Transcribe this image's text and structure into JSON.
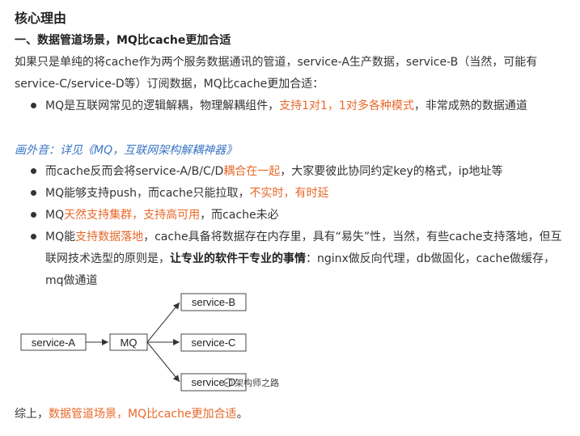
{
  "heading": "核心理由",
  "subheading": "一、数据管道场景，MQ比cache更加合适",
  "intro": "如果只是单纯的将cache作为两个服务数据通讯的管道，service-A生产数据，service-B（当然，可能有service-C/service-D等）订阅数据，MQ比cache更加合适：",
  "bullet1": {
    "part1": "MQ是互联网常见的逻辑解耦，物理解耦组件，",
    "highlight": "支持1对1，1对多各种模式",
    "part2": "，非常成熟的数据通道"
  },
  "aside": "画外音：详见《MQ，互联网架构解耦神器》",
  "bullet2": {
    "part1": "而cache反而会将service-A/B/C/D",
    "highlight": "耦合在一起",
    "part2": "，大家要彼此协同约定key的格式，ip地址等"
  },
  "bullet3": {
    "part1": "MQ能够支持push，而cache只能拉取，",
    "highlight": "不实时，有时延"
  },
  "bullet4": {
    "part1": "MQ",
    "highlight": "天然支持集群，支持高可用",
    "part2": "，而cache未必"
  },
  "bullet5": {
    "part1": "MQ能",
    "highlight": "支持数据落地",
    "part2": "，cache具备将数据存在内存里，具有“易失”性，当然，有些cache支持落地，但互联网技术选型的原则是，",
    "bold": "让专业的软件干专业的事情",
    "part3": "：nginx做反向代理，db做固化，cache做缓存，mq做通道"
  },
  "diagram": {
    "service_a": "service-A",
    "mq": "MQ",
    "service_b": "service-B",
    "service_c": "service-C",
    "service_d": "service-D",
    "watermark": "架构师之路"
  },
  "summary": {
    "part1": "综上，",
    "highlight": "数据管道场景，MQ比cache更加合适",
    "part2": "。"
  },
  "colors": {
    "highlight": "#e8682a",
    "aside": "#3a75c4",
    "text": "#333333"
  }
}
